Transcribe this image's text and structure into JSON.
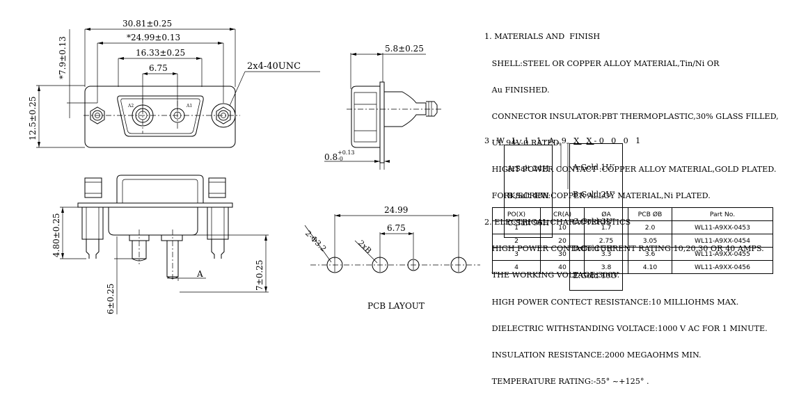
{
  "front_view": {
    "dim_overall": "30.81±0.25",
    "dim_mount": "*24.99±0.13",
    "dim_shell": "16.33±0.25",
    "dim_pitch": "6.75",
    "dim_thread": "2x4-40UNC",
    "dim_height_side": "*7.9±0.13",
    "dim_body_height": "12.5±0.25",
    "label_a2": "A2",
    "label_a1": "A1"
  },
  "side_view": {
    "dim_width": "5.8±0.25",
    "dim_flange": "0.8",
    "dim_flange_tol_upper": "+0.13",
    "dim_flange_tol_lower": "-0"
  },
  "bottom_view": {
    "dim_pin_length": "4.80±0.25",
    "dim_pin_extension": "6±0.25",
    "dim_total_length": "7±0.25",
    "label_a": "A"
  },
  "pcb_layout": {
    "dim_span": "24.99",
    "dim_pitch": "6.75",
    "hole_label_large": "2-Φ3.2",
    "hole_label_small": "2xB",
    "caption": "PCB LAYOUT"
  },
  "notes": [
    "1. MATERIALS AND  FINISH",
    "   SHELL:STEEL OR COPPER ALLOY MATERIAL,Tin/Ni OR",
    "   Au FINISHED.",
    "   CONNECTOR INSULATOR:PBT THERMOPLASTIC,30% GLASS FILLED,",
    "   UL 94V-0 RATED.",
    "   HIGHT POWER CONTACT :COPPER ALLOY MATERIAL,GOLD PLATED.",
    "   FORK/SCREW:COPPER ALLOY MATERIAL,Ni PLATED.",
    "2. ELECTRICAL CHARACTERISTICS",
    "   HIGH POWER CONTACT CURRENT RATING:10,20,30 OR 40 AMPS.",
    "   THE WORKING VOLTAGE:300V.",
    "   HIGH POWER CONTECT RESISTANCE:10 MILLIOHMS MAX.",
    "   DIELECTRIC WITHSTANDING VOLTACE:1000 V AC FOR 1 MINUTE.",
    "   INSULATION RESISTANCE:2000 MEGAOHMS MIN.",
    "   TEMPERATURE RATING:-55° ~+125° ."
  ],
  "part_code": {
    "prefix": "3.W L 1 1-A 9 ",
    "x1": "X",
    "x2": "X",
    "suffix": "-0 0 0 1",
    "salt_options": [
      "A:Salt 24H",
      "B:Salt 48H",
      "C:Salt 96H"
    ],
    "gold_options": [
      "A:Gold 1U″",
      "B:Gold 2U″",
      "C:Gold 3U″",
      "D:Gold 5U″",
      "E:Gold 10U″"
    ]
  },
  "parts_table": {
    "headers": [
      "PO(X)",
      "CR(A)",
      "ØA",
      "PCB ØB",
      "Part  No."
    ],
    "rows": [
      [
        "1",
        "10",
        "1.7",
        "2.0",
        "WL11-A9XX-0453"
      ],
      [
        "2",
        "20",
        "2.75",
        "3.05",
        "WL11-A9XX-0454"
      ],
      [
        "3",
        "30",
        "3.3",
        "3.6",
        "WL11-A9XX-0455"
      ],
      [
        "4",
        "40",
        "3.8",
        "4.10",
        "WL11-A9XX-0456"
      ]
    ]
  }
}
